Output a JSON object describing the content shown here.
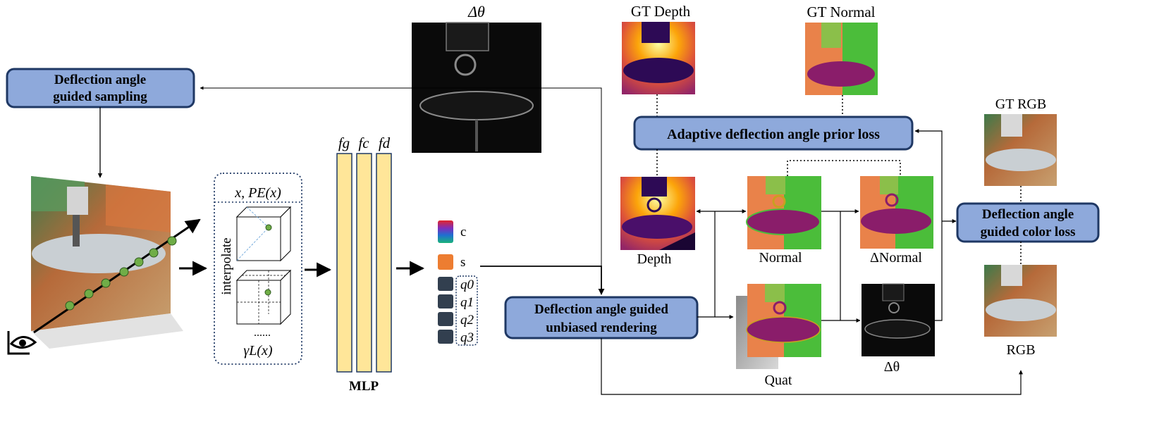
{
  "labels": {
    "delta_theta_top": "Δθ",
    "gt_depth": "GT Depth",
    "gt_normal": "GT Normal",
    "gt_rgb": "GT RGB",
    "depth": "Depth",
    "normal": "Normal",
    "delta_normal": "ΔNormal",
    "quat": "Quat",
    "delta_theta_bottom": "Δθ",
    "rgb": "RGB",
    "mlp": "MLP",
    "interpolate": "interpolate",
    "pe_label": "x, PE(x)",
    "gamma_label": "γL(x)",
    "dots": "......",
    "fg": "fg",
    "fc": "fc",
    "fd": "fd",
    "out_c": "c",
    "out_s": "s",
    "q0": "q0",
    "q1": "q1",
    "q2": "q2",
    "q3": "q3"
  },
  "boxes": {
    "sampling_line1": "Deflection angle",
    "sampling_line2": "guided sampling",
    "prior_loss": "Adaptive deflection angle prior loss",
    "rendering_line1": "Deflection angle guided",
    "rendering_line2": "unbiased rendering",
    "color_line1": "Deflection angle",
    "color_line2": "guided color loss"
  },
  "colors": {
    "box_fill": "#8ea9db",
    "box_stroke": "#1f3864",
    "mlp_bar": "#ffe699",
    "s_orange": "#ed7d31",
    "q_dark": "#323f4f",
    "point_green": "#70ad47"
  }
}
